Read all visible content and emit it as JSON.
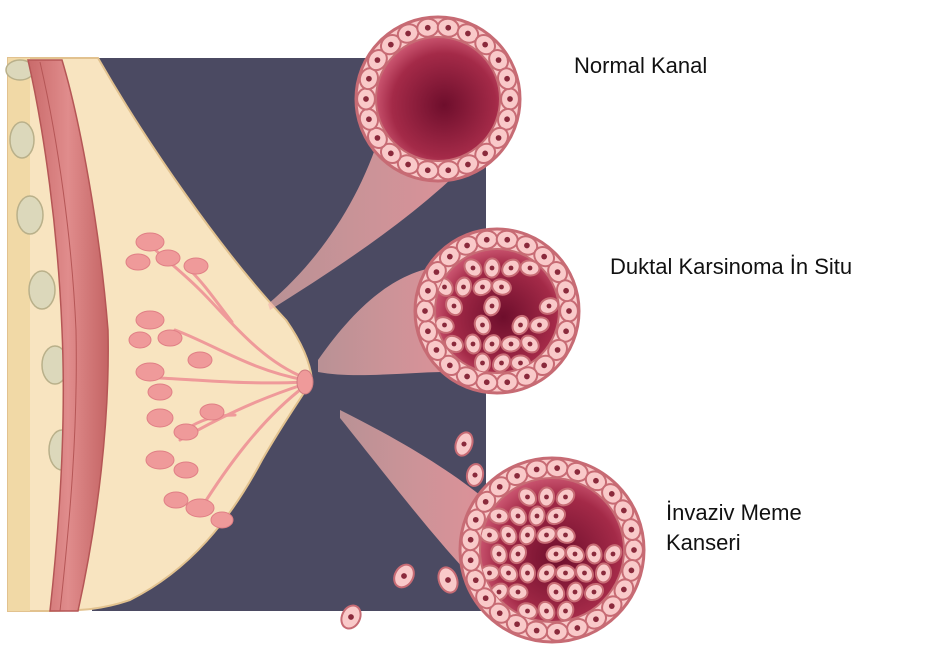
{
  "labels": {
    "normal": "Normal Kanal",
    "dcis": "Duktal Karsinoma İn Situ",
    "invasive_line1": "İnvaziv Meme",
    "invasive_line2": "Kanseri"
  },
  "colors": {
    "background_panel": "#4b4a62",
    "skin": "#f8e4c0",
    "muscle": "#d77e7e",
    "lobule": "#ef9a9a",
    "cell_fill": "#f9c9c9",
    "cell_outline": "#c76b74",
    "nucleus": "#8a2a3c",
    "lumen_dark": "#6e0e2c",
    "lumen_light": "#c0475d"
  }
}
